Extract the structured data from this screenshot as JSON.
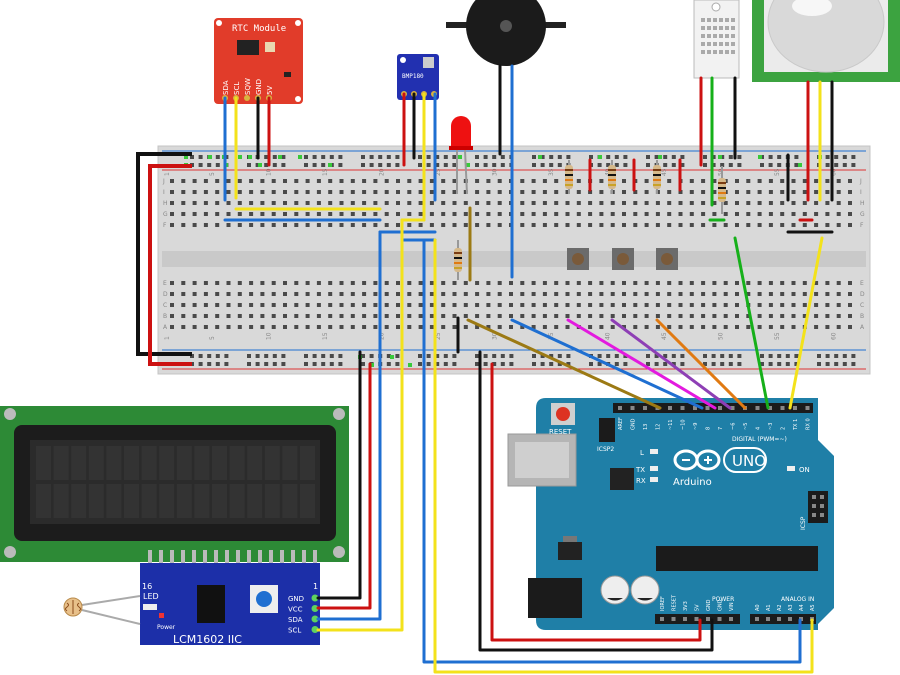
{
  "rtc": {
    "title": "RTC Module",
    "pins": [
      "SDA",
      "SCL",
      "SQW",
      "GND",
      "5V"
    ]
  },
  "bmp": {
    "label": "BMP180"
  },
  "lcd": {
    "label": "LCM1602 IIC",
    "pin_16": "16",
    "pin_1": "1",
    "led": "LED",
    "power": "Power",
    "pins": [
      "GND",
      "VCC",
      "SDA",
      "SCL"
    ]
  },
  "arduino": {
    "reset": "RESET",
    "icsp2": "ICSP2",
    "icsp": "ICSP",
    "logo_text": "Arduino",
    "model": "UNO",
    "digital": "DIGITAL (PWM=~)",
    "on": "ON",
    "led_l": "L",
    "led_tx": "TX",
    "led_rx": "RX",
    "power": "POWER",
    "analog": "ANALOG IN",
    "digital_pins": [
      "AREF",
      "GND",
      "13",
      "12",
      "~11",
      "~10",
      "~9",
      "8",
      "7",
      "~6",
      "~5",
      "4",
      "~3",
      "2",
      "TX 1",
      "RX 0"
    ],
    "power_pins": [
      "IOREF",
      "RESET",
      "3V3",
      "5V",
      "GND",
      "GND",
      "VIN"
    ],
    "analog_pins": [
      "A0",
      "A1",
      "A2",
      "A3",
      "A4",
      "A5"
    ]
  },
  "breadboard": {
    "col_numbers": [
      "1",
      "5",
      "10",
      "15",
      "20",
      "25",
      "30",
      "35",
      "40",
      "45",
      "50",
      "55",
      "60"
    ],
    "row_letters": [
      "J",
      "I",
      "H",
      "G",
      "F",
      "E",
      "D",
      "C",
      "B",
      "A"
    ]
  },
  "colors": {
    "wire_red": "#cc1111",
    "wire_black": "#111111",
    "wire_yellow": "#f3e21b",
    "wire_blue": "#1f6fd1",
    "wire_green": "#16b01a",
    "wire_magenta": "#e31adf",
    "wire_purple": "#8e3fb5",
    "wire_orange": "#e07a12",
    "wire_brown": "#9c7a14",
    "arduino_blue": "#1f7fa7",
    "rtc_red": "#e13c2a",
    "lcd_green": "#2d8a36",
    "lcd_module_blue": "#1c2fa8"
  }
}
